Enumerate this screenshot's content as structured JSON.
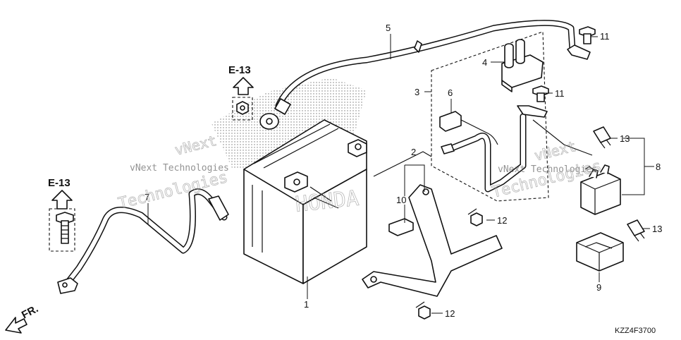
{
  "callouts": {
    "c1": "1",
    "c2": "2",
    "c3": "3",
    "c4": "4",
    "c5": "5",
    "c6": "6",
    "c7": "7",
    "c8": "8",
    "c9": "9",
    "c10": "10",
    "c11a": "11",
    "c11b": "11",
    "c12a": "12",
    "c12b": "12",
    "c13a": "13",
    "c13b": "13"
  },
  "references": {
    "top": "E-13",
    "left": "E-13"
  },
  "direction_label": "FR.",
  "diagram_code": "KZZ4F3700",
  "watermark": {
    "company": "vNext Technologies"
  },
  "colors": {
    "ink": "#111111",
    "background": "#ffffff",
    "watermark": "#999999"
  }
}
